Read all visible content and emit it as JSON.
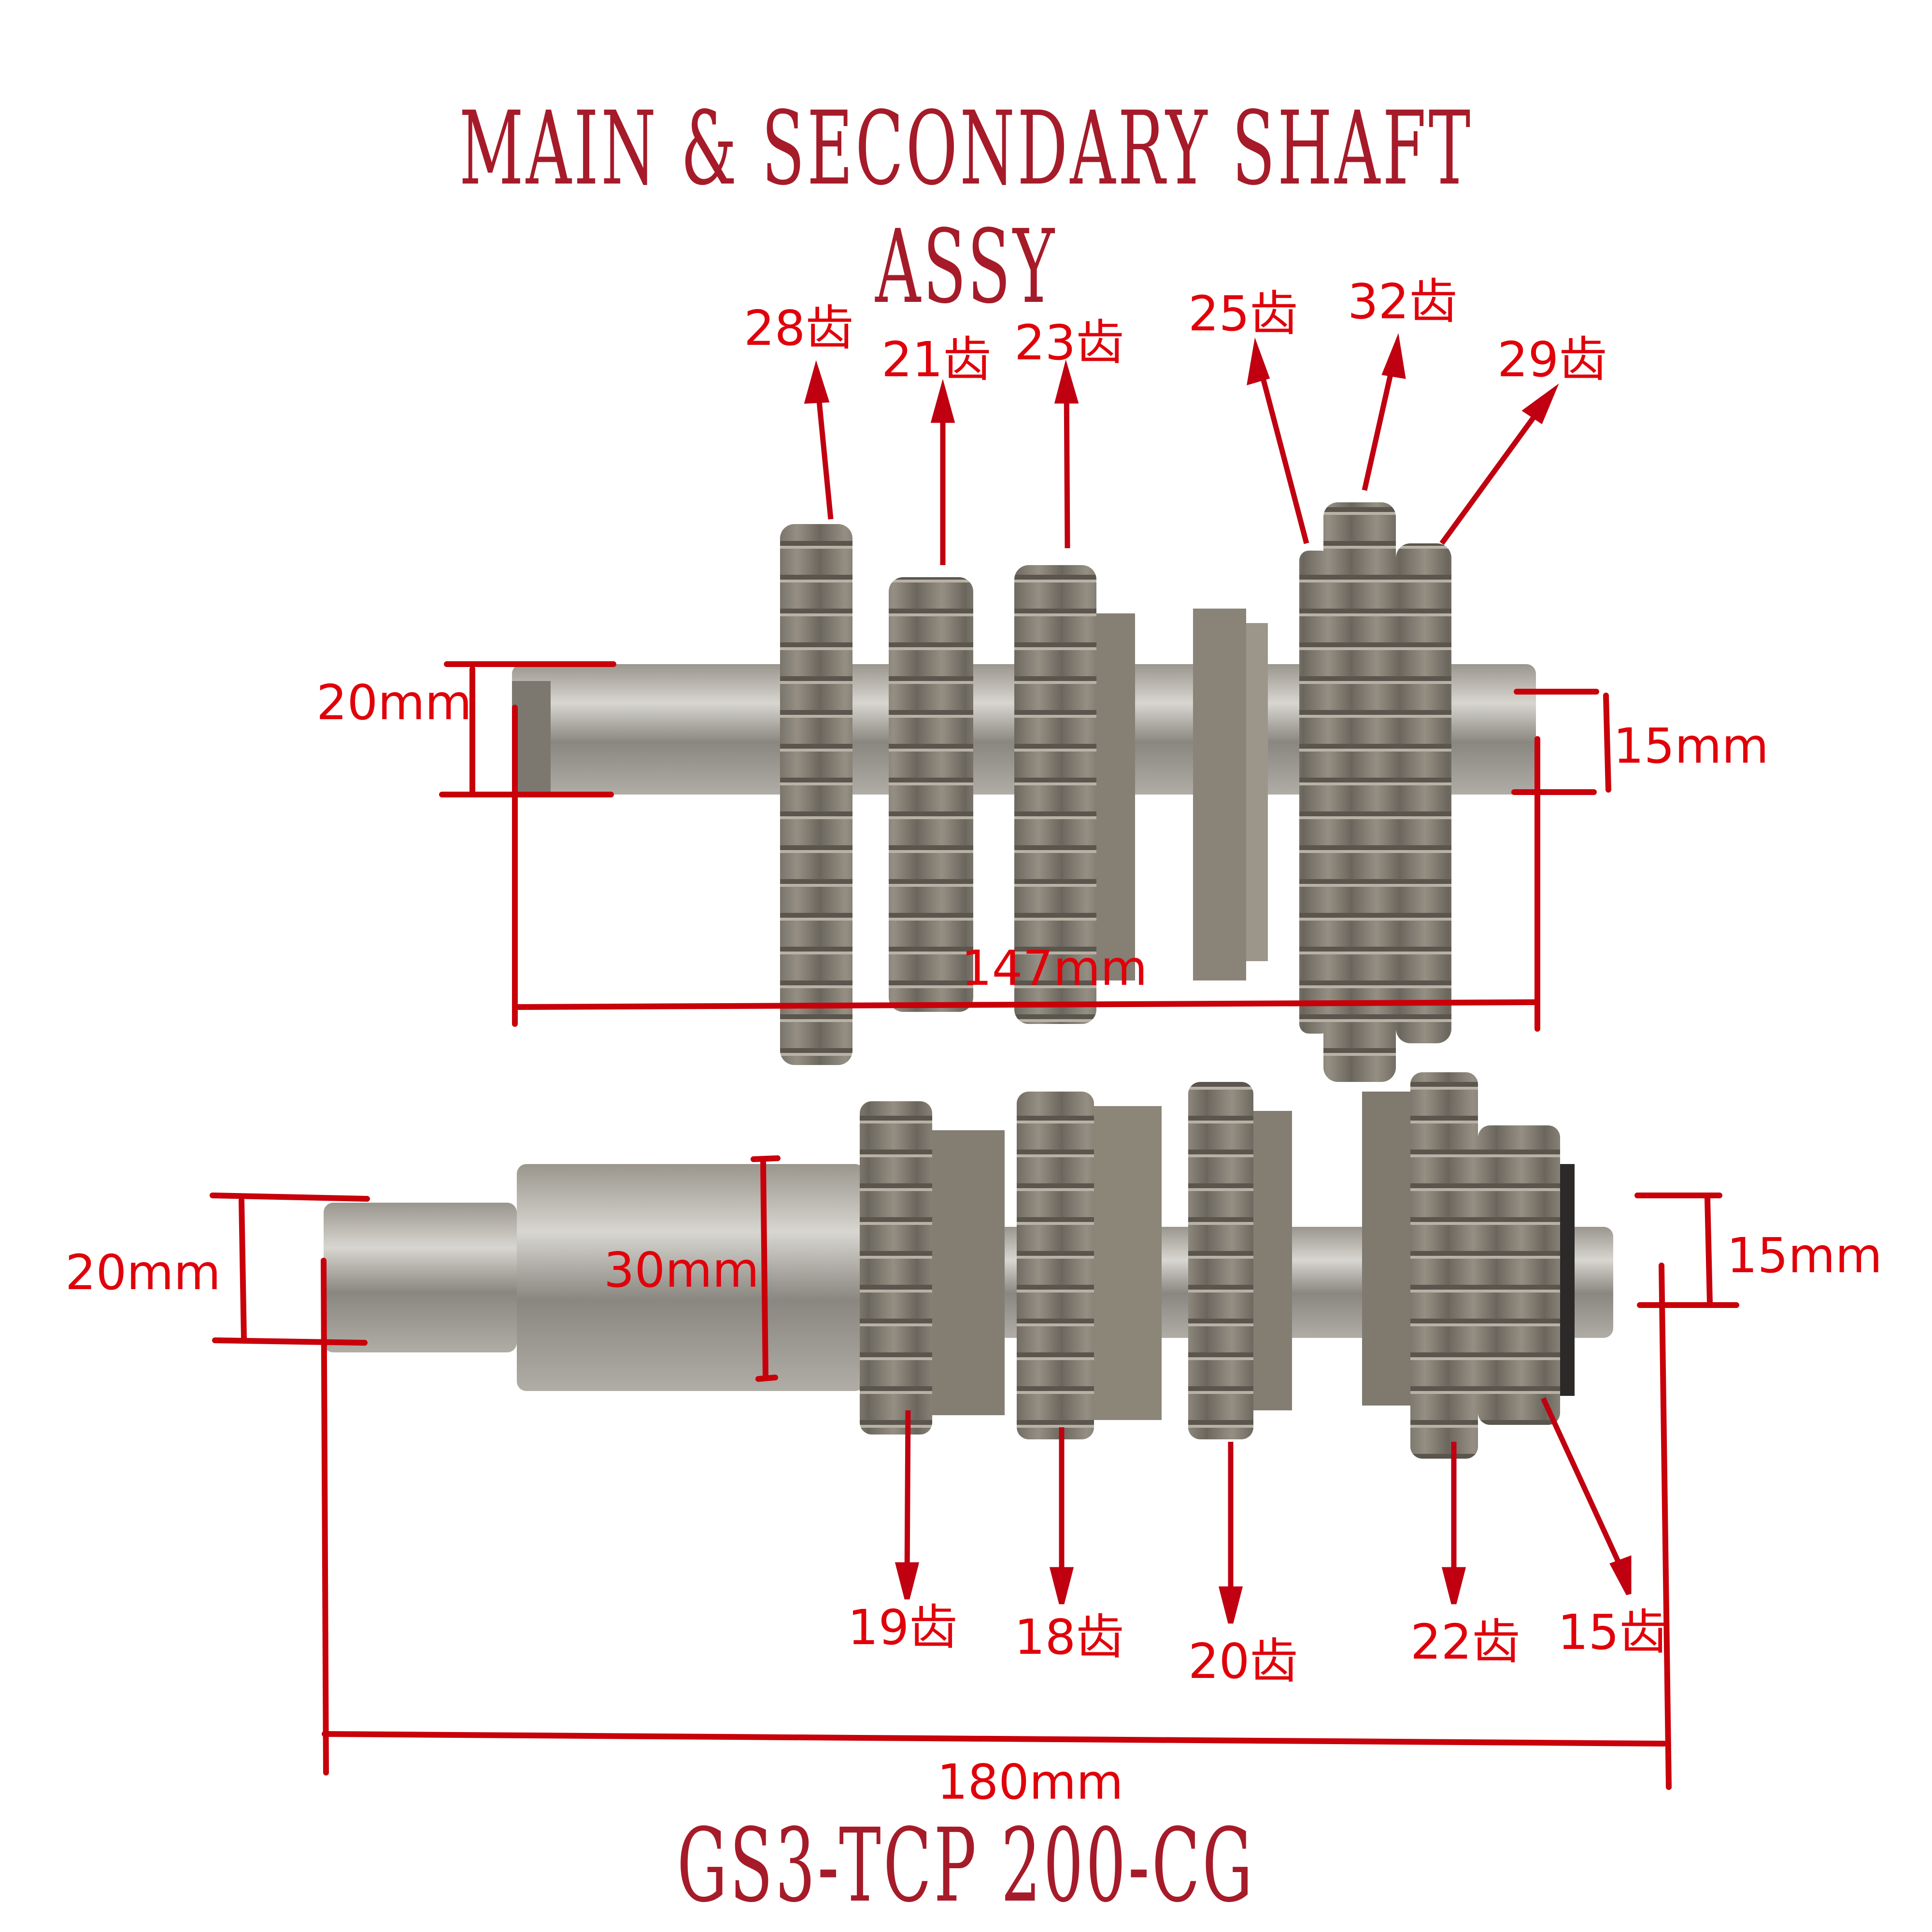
{
  "header": {
    "title": "MAIN & SECONDARY SHAFT ASSY"
  },
  "footer": {
    "model": "GS3-TCP 200-CG"
  },
  "colors": {
    "title": "#a61b29",
    "annotation": "#e0000a",
    "line": "#c8000a",
    "steel": "#8a8478"
  },
  "main_shaft": {
    "name": "upper shaft",
    "left_diameter": "20mm",
    "right_diameter": "15mm",
    "length": "147mm",
    "gears": [
      {
        "teeth": "28齿"
      },
      {
        "teeth": "21齿"
      },
      {
        "teeth": "23齿"
      },
      {
        "teeth": "25齿"
      },
      {
        "teeth": "32齿"
      },
      {
        "teeth": "29齿"
      }
    ]
  },
  "secondary_shaft": {
    "name": "lower shaft",
    "left_diameter": "20mm",
    "body_diameter": "30mm",
    "right_diameter": "15mm",
    "length": "180mm",
    "gears": [
      {
        "teeth": "19齿"
      },
      {
        "teeth": "18齿"
      },
      {
        "teeth": "20齿"
      },
      {
        "teeth": "22齿"
      },
      {
        "teeth": "15齿"
      }
    ]
  }
}
